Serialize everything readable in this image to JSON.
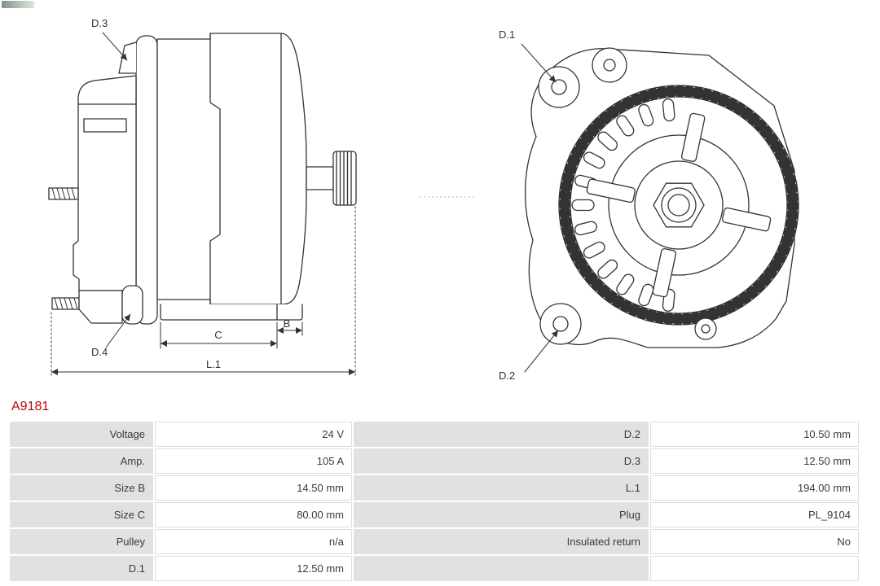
{
  "part": {
    "number": "A9181",
    "number_color": "#cc0000"
  },
  "diagram": {
    "stroke_color": "#333333",
    "side_view": {
      "labels": {
        "d3": "D.3",
        "d4": "D.4",
        "c": "C",
        "b": "B",
        "l1": "L.1"
      }
    },
    "front_view": {
      "labels": {
        "d1": "D.1",
        "d2": "D.2"
      }
    }
  },
  "specs": {
    "rows": [
      {
        "label_left": "Voltage",
        "value_left": "24 V",
        "label_right": "D.2",
        "value_right": "10.50 mm"
      },
      {
        "label_left": "Amp.",
        "value_left": "105 A",
        "label_right": "D.3",
        "value_right": "12.50 mm"
      },
      {
        "label_left": "Size B",
        "value_left": "14.50 mm",
        "label_right": "L.1",
        "value_right": "194.00 mm"
      },
      {
        "label_left": "Size C",
        "value_left": "80.00 mm",
        "label_right": "Plug",
        "value_right": "PL_9104"
      },
      {
        "label_left": "Pulley",
        "value_left": "n/a",
        "label_right": "Insulated return",
        "value_right": "No"
      },
      {
        "label_left": "D.1",
        "value_left": "12.50 mm",
        "label_right": "",
        "value_right": ""
      }
    ]
  }
}
